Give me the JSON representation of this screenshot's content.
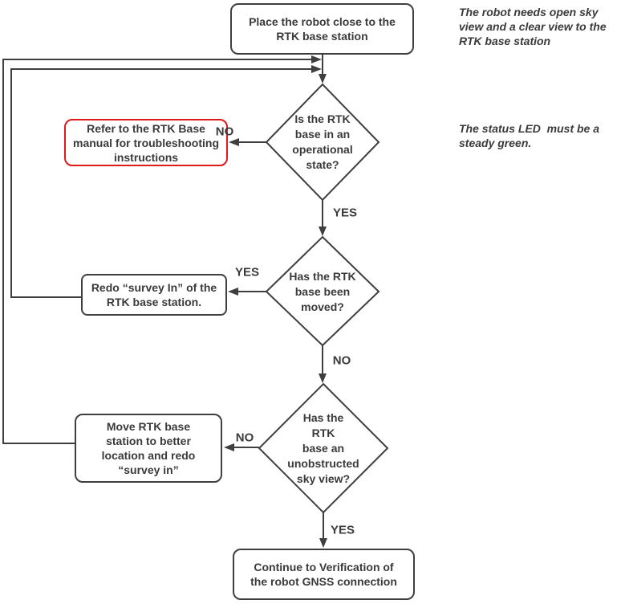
{
  "colors": {
    "line": "#3f3f3f",
    "text": "#3a3a3a",
    "alert_border": "#e0191a",
    "background": "#ffffff"
  },
  "nodes": {
    "start": {
      "label": "Place the robot close to the\nRTK base station"
    },
    "decision1": {
      "label": "Is the RTK\nbase in an\noperational\nstate?"
    },
    "refer_manual": {
      "label": "Refer to the RTK Base\nmanual for troubleshooting\ninstructions"
    },
    "decision2": {
      "label": "Has the RTK\nbase been\nmoved?"
    },
    "redo_survey": {
      "label": "Redo “survey In” of the\nRTK base station."
    },
    "decision3": {
      "label": "Has the\nRTK\nbase an\nunobstructed\nsky view?"
    },
    "move_station": {
      "label": "Move RTK base\nstation to better\nlocation and redo\n“survey in”"
    },
    "end": {
      "label": "Continue to Verification of\nthe robot GNSS connection"
    }
  },
  "edge_labels": {
    "d1_no": "NO",
    "d1_yes": "YES",
    "d2_yes": "YES",
    "d2_no": "NO",
    "d3_no": "NO",
    "d3_yes": "YES"
  },
  "annotations": {
    "open_sky": "The robot needs open sky\nview and a clear view to the\nRTK base station",
    "status_led": "The status LED  must be a\nsteady green."
  }
}
